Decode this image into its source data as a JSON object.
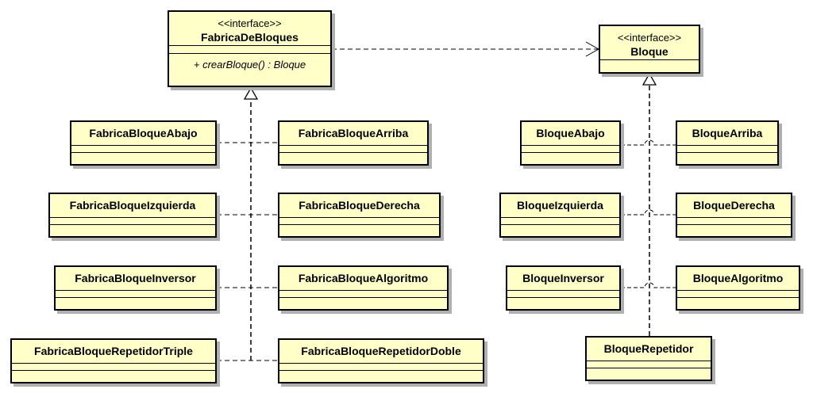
{
  "interfaces": {
    "fabrica": {
      "stereotype": "<<interface>>",
      "name": "FabricaDeBloques",
      "operation": "+ crearBloque() : Bloque"
    },
    "bloque": {
      "stereotype": "<<interface>>",
      "name": "Bloque"
    }
  },
  "factories": [
    "FabricaBloqueAbajo",
    "FabricaBloqueArriba",
    "FabricaBloqueIzquierda",
    "FabricaBloqueDerecha",
    "FabricaBloqueInversor",
    "FabricaBloqueAlgoritmo",
    "FabricaBloqueRepetidorTriple",
    "FabricaBloqueRepetidorDoble"
  ],
  "blocks": [
    "BloqueAbajo",
    "BloqueArriba",
    "BloqueIzquierda",
    "BloqueDerecha",
    "BloqueInversor",
    "BloqueAlgoritmo",
    "BloqueRepetidor"
  ],
  "colors": {
    "class_fill": "#ffffc8",
    "border": "#000000",
    "shadow": "#b0b0b0"
  }
}
